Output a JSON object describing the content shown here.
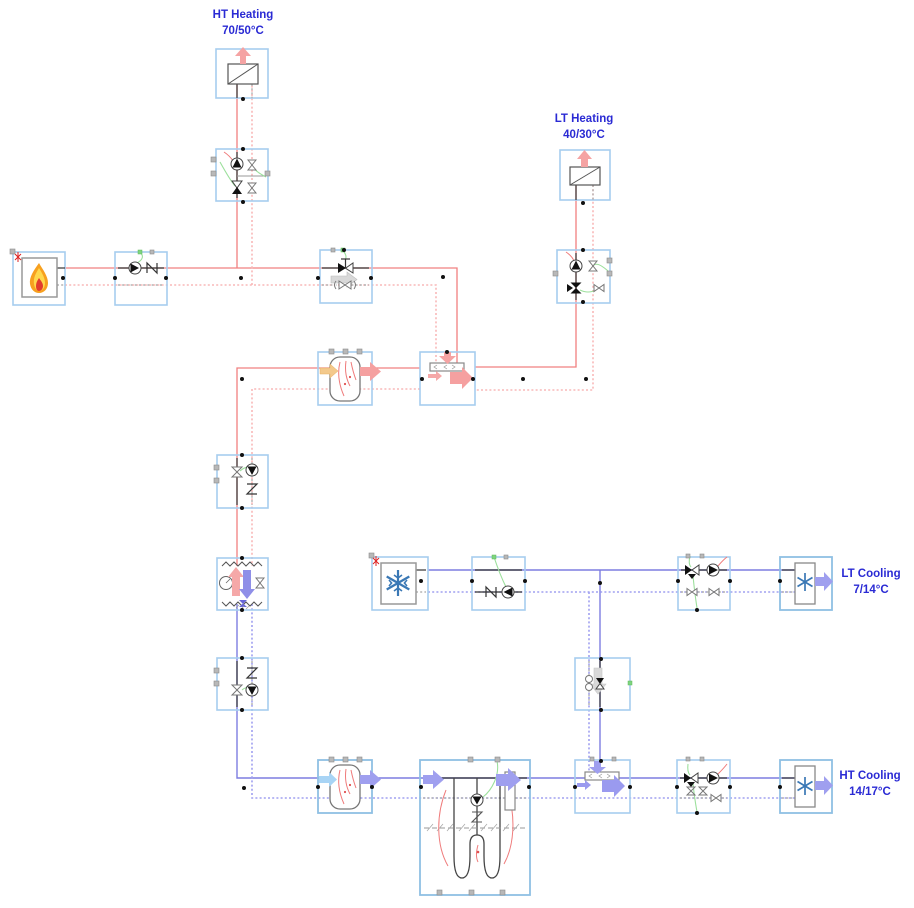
{
  "diagram": {
    "type": "hydronic-system-schematic",
    "labels": {
      "ht_heating": {
        "title": "HT Heating",
        "temp": "70/50°C"
      },
      "lt_heating": {
        "title": "LT Heating",
        "temp": "40/30°C"
      },
      "lt_cooling": {
        "title": "LT Cooling",
        "temp": "7/14°C"
      },
      "ht_cooling": {
        "title": "HT Cooling",
        "temp": "14/17°C"
      }
    },
    "colors": {
      "label_text": "#2a2ad4",
      "hot_supply_line": "#f08080",
      "hot_return_line": "#f8b8b8",
      "cold_supply_line": "#7d7de0",
      "cold_return_line": "#a0a0f0",
      "component_border": "#a6cdee",
      "control_line_green": "#9ce09c",
      "snowflake_blue": "#3a78b5",
      "flame_orange": "#f7a01f",
      "flame_yellow": "#ffd84d",
      "flame_red": "#e23c2e",
      "arrow_pink": "#f5a3a3",
      "arrow_orange": "#f3c98c",
      "arrow_lightblue": "#a8d4f5",
      "arrow_purple": "#9f9fef",
      "arrow_gray": "#d9d9d9"
    },
    "components": [
      {
        "name": "ht-heating-emitter",
        "type": "radiator",
        "icon": "radiator-icon"
      },
      {
        "name": "ht-heating-pump-valve-group",
        "type": "pump-valve-group",
        "icon": "pump-icon"
      },
      {
        "name": "boiler",
        "type": "heat-source",
        "icon": "flame-icon"
      },
      {
        "name": "boiler-pump",
        "type": "pump-check-valve",
        "icon": "pump-icon"
      },
      {
        "name": "heating-control-valve",
        "type": "control-valve",
        "icon": "valve-icon"
      },
      {
        "name": "lt-heating-pump-valve-group",
        "type": "pump-valve-group",
        "icon": "pump-icon"
      },
      {
        "name": "lt-heating-emitter",
        "type": "radiator",
        "icon": "radiator-icon"
      },
      {
        "name": "heating-buffer-tank",
        "type": "buffer-vessel",
        "icon": "tank-icon"
      },
      {
        "name": "heating-distribution-manifold",
        "type": "manifold",
        "icon": "manifold-icon"
      },
      {
        "name": "heating-isolation-group",
        "type": "valve-pump-group",
        "icon": "valve-icon"
      },
      {
        "name": "heat-pump",
        "type": "heat-pump",
        "icon": "heat-exchanger-icon"
      },
      {
        "name": "cooling-isolation-group",
        "type": "valve-pump-group",
        "icon": "valve-icon"
      },
      {
        "name": "chiller",
        "type": "cold-source",
        "icon": "snowflake-icon"
      },
      {
        "name": "chiller-pump",
        "type": "pump-check-valve",
        "icon": "pump-icon"
      },
      {
        "name": "lt-cooling-valve-group",
        "type": "pump-valve-group",
        "icon": "pump-icon"
      },
      {
        "name": "lt-cooling-coil",
        "type": "cooling-coil",
        "icon": "snowflake-icon"
      },
      {
        "name": "cooling-bypass-valve-group",
        "type": "valve-group",
        "icon": "valve-icon"
      },
      {
        "name": "cooling-buffer-tank",
        "type": "buffer-vessel",
        "icon": "tank-icon"
      },
      {
        "name": "ground-heat-exchanger",
        "type": "borehole-field",
        "icon": "ground-loop-icon"
      },
      {
        "name": "cooling-distribution-manifold",
        "type": "manifold",
        "icon": "manifold-icon"
      },
      {
        "name": "ht-cooling-valve-group",
        "type": "pump-valve-group",
        "icon": "pump-icon"
      },
      {
        "name": "ht-cooling-coil",
        "type": "cooling-coil",
        "icon": "snowflake-icon"
      }
    ]
  }
}
